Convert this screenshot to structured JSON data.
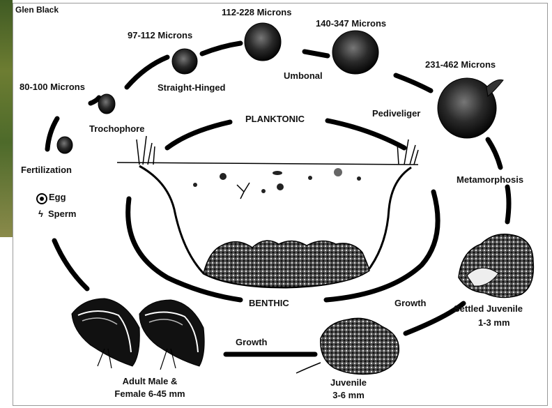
{
  "credit": "Glen Black",
  "zones": {
    "planktonic": "PLANKTONIC",
    "benthic": "BENTHIC"
  },
  "stages": {
    "trochophore_size": "80-100 Microns",
    "trochophore": "Trochophore",
    "straight_hinged_size": "97-112 Microns",
    "straight_hinged": "Straight-Hinged",
    "umbonal_size_a": "112-228  Microns",
    "umbonal_size_b": "140-347  Microns",
    "umbonal": "Umbonal",
    "pediveliger_size": "231-462  Microns",
    "pediveliger": "Pediveliger",
    "fertilization": "Fertilization",
    "egg": "Egg",
    "sperm": "Sperm",
    "metamorphosis": "Metamorphosis",
    "settled_juvenile": "Settled Juvenile",
    "settled_juvenile_size": "1-3 mm",
    "growth_1": "Growth",
    "juvenile": "Juvenile",
    "juvenile_size": "3-6 mm",
    "growth_2": "Growth",
    "adult_line1": "Adult Male &",
    "adult_line2": "Female 6-45 mm"
  }
}
